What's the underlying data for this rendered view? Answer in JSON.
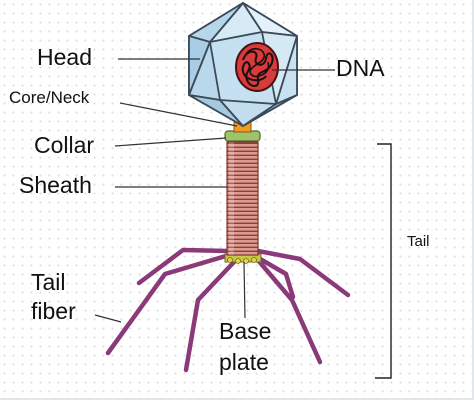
{
  "labels": {
    "head": "Head",
    "dna": "DNA",
    "core_neck": "Core/Neck",
    "collar": "Collar",
    "sheath": "Sheath",
    "tail": "Tail",
    "tail_fiber_1": "Tail",
    "tail_fiber_2": "fiber",
    "base_plate_1": "Base",
    "base_plate_2": "plate"
  },
  "colors": {
    "capsid_fill": "#c4e0f1",
    "capsid_stroke": "#3c4a58",
    "dna_fill": "#d93a3a",
    "dna_strand": "#1a0f10",
    "neck": "#f09a1e",
    "collar": "#9fc36a",
    "sheath": "#d58f86",
    "sheath_rings": "#8a3f38",
    "base_plate": "#c8c848",
    "tail_fiber": "#8a3a78",
    "leader_line": "#333333"
  }
}
